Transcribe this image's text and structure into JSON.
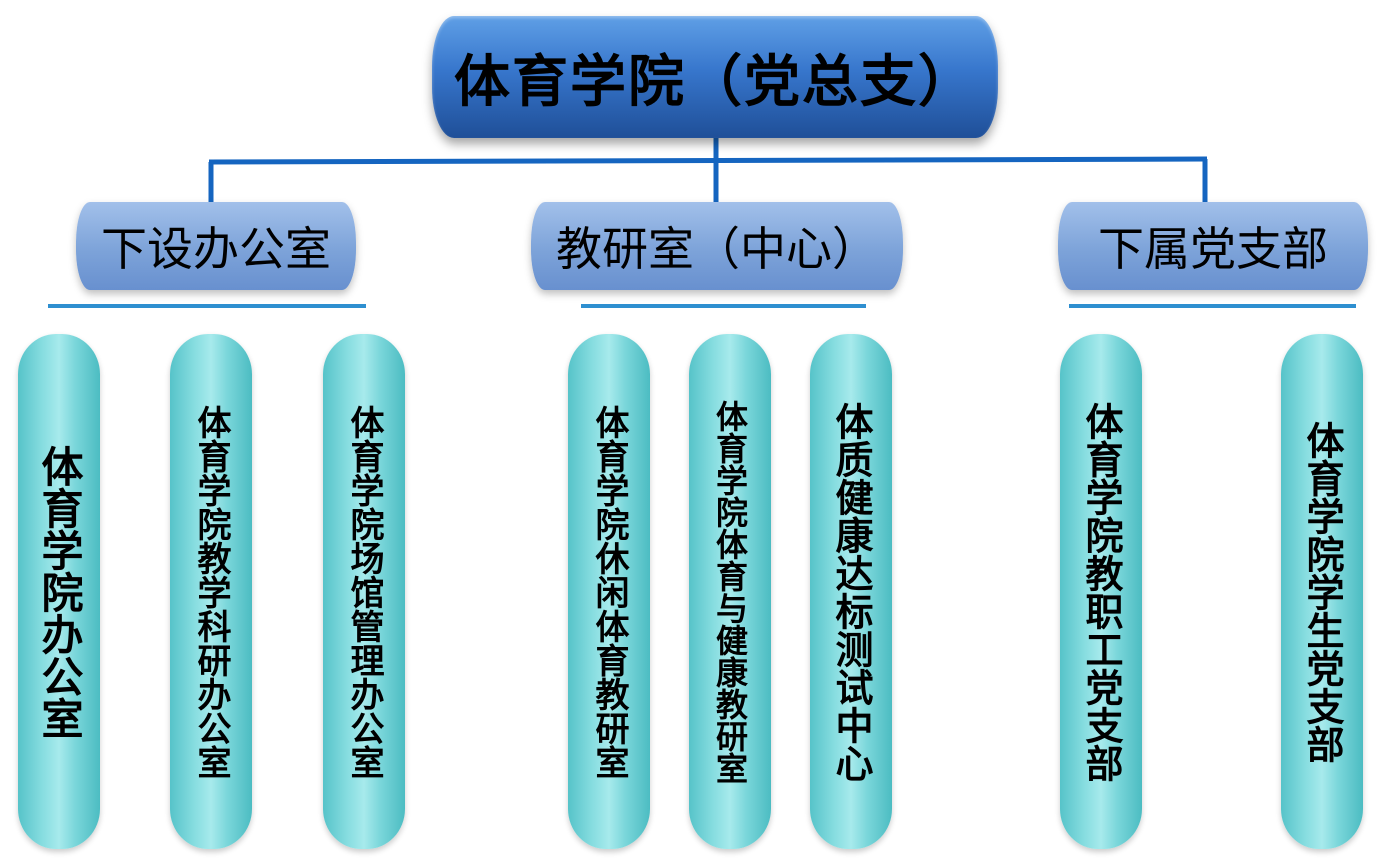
{
  "root": {
    "label": "体育学院（党总支）"
  },
  "branches": [
    {
      "label": "下设办公室",
      "units": [
        "体育学院办公室",
        "体育学院教学科研办公室",
        "体育学院场馆管理办公室"
      ]
    },
    {
      "label": "教研室（中心）",
      "units": [
        "体育学院休闲体育教研室",
        "体育学院体育与健康教研室",
        "体质健康达标测试中心"
      ]
    },
    {
      "label": "下属党支部",
      "units": [
        "体育学院教职工党支部",
        "体育学院学生党支部"
      ]
    }
  ],
  "colors": {
    "root_fill": "#3776cc",
    "branch_fill": "#7da3d9",
    "unit_fill": "#87dde0",
    "connector": "#1565c0",
    "underline": "#2e8fd0"
  }
}
